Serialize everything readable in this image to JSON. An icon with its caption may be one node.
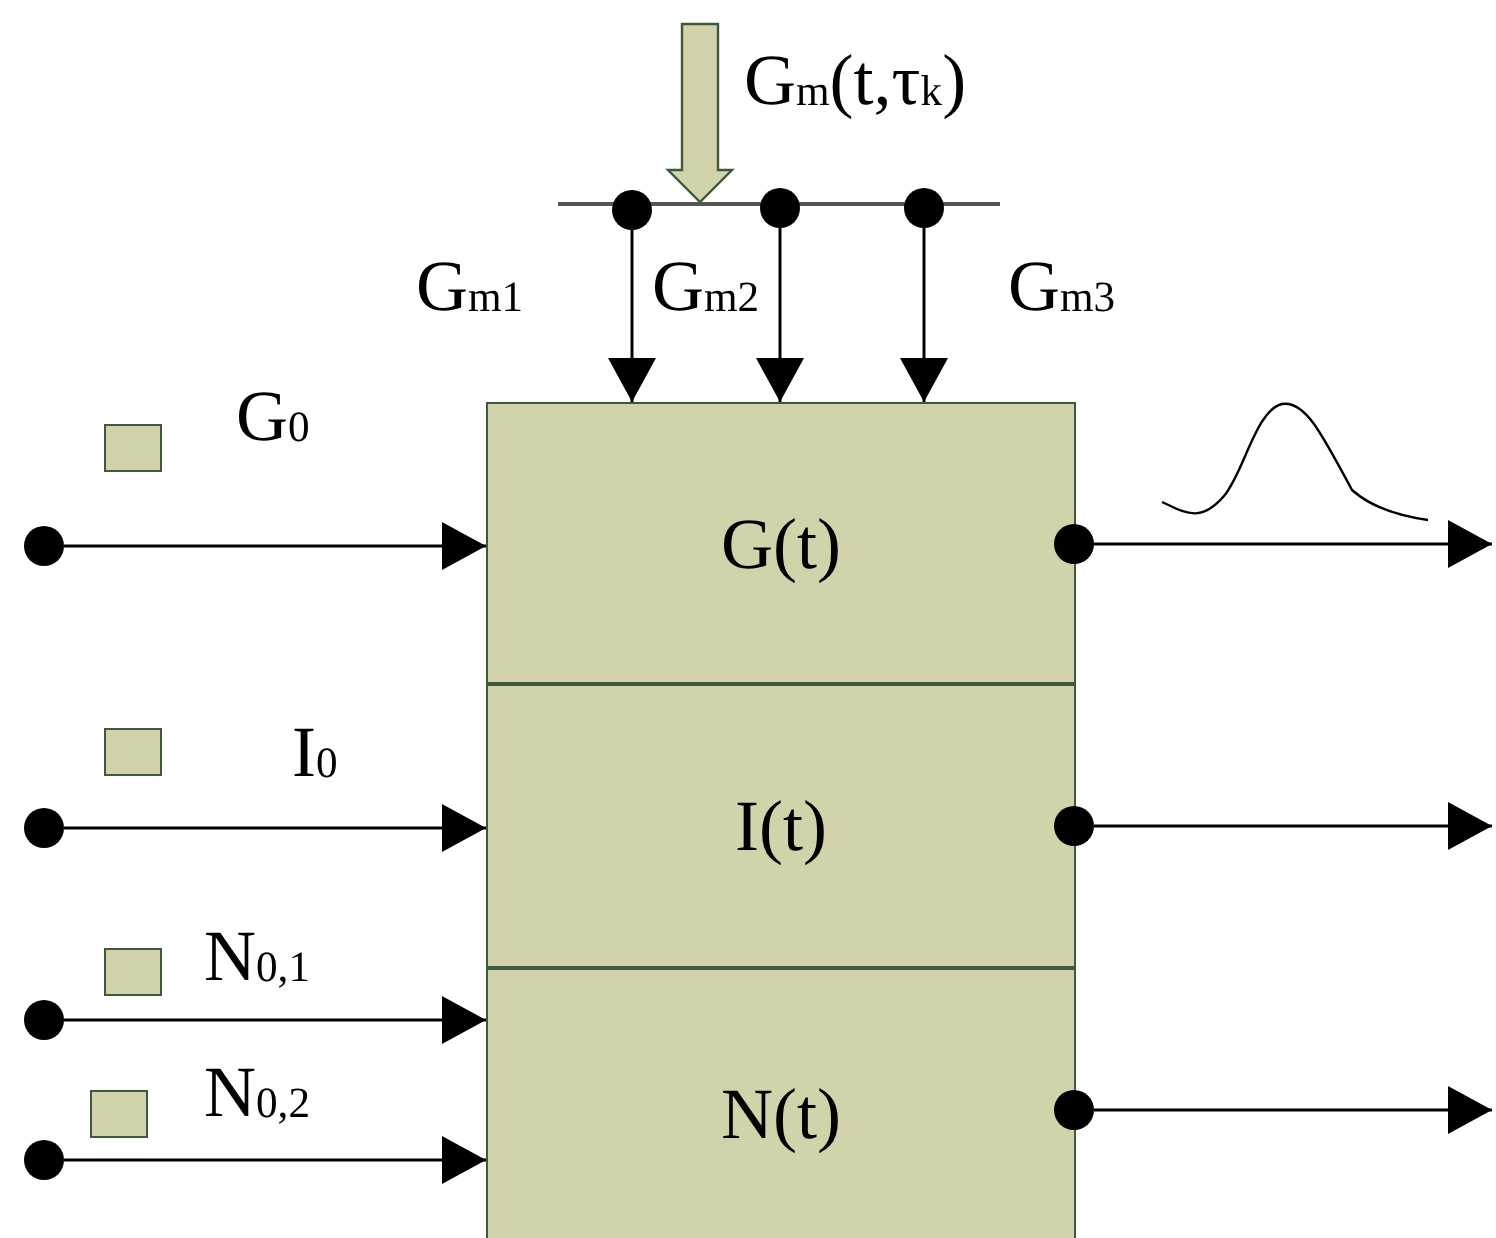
{
  "diagram": {
    "nodes": [
      {
        "text": [
          "G(t)"
        ]
      },
      {
        "text": [
          "I(t)"
        ]
      },
      {
        "text": [
          "N(t)"
        ]
      },
      {
        "text": [],
        "shape": "circle"
      },
      {
        "text": [],
        "shape": "circle"
      },
      {
        "text": [],
        "shape": "circle"
      },
      {
        "text": [],
        "shape": "circle"
      },
      {
        "text": [],
        "shape": "box",
        "beside": [
          "G$_{0}$"
        ]
      },
      {
        "text": [],
        "shape": "box",
        "beside": [
          "I$_{0}$"
        ]
      },
      {
        "text": [],
        "shape": "box",
        "beside": [
          "N$_{0,1}$"
        ]
      },
      {
        "text": [],
        "shape": "box",
        "beside": [
          "N$_{0,2}$"
        ]
      },
      {
        "text": [],
        "shape": "bar"
      },
      {
        "text": [],
        "shape": "circle"
      },
      {
        "text": [],
        "shape": "circle"
      },
      {
        "text": [],
        "shape": "circle"
      },
      {
        "text": [],
        "shape": "circle"
      },
      {
        "text": [],
        "shape": "circle"
      },
      {
        "text": [],
        "shape": "circle"
      }
    ],
    "edges": [
      {
        "from": null,
        "to": 11,
        "arrow": "to",
        "label": "G$_{m}$(t,τ$_{k}$)",
        "style": "thick",
        "color": "#d3d3ab"
      },
      {
        "from": 12,
        "to": 0,
        "arrow": "to",
        "label": "G$_{m1}$"
      },
      {
        "from": 13,
        "to": 0,
        "arrow": "to",
        "label": "G$_{m2}$"
      },
      {
        "from": 14,
        "to": 0,
        "arrow": "to",
        "label": "G$_{m3}$"
      },
      {
        "from": 3,
        "to": 0,
        "arrow": "to"
      },
      {
        "from": 4,
        "to": 1,
        "arrow": "to"
      },
      {
        "from": 5,
        "to": 2,
        "arrow": "to"
      },
      {
        "from": 6,
        "to": 2,
        "arrow": "to"
      },
      {
        "from": 15,
        "to": null,
        "arrow": "to"
      },
      {
        "from": 16,
        "to": null,
        "arrow": "to"
      },
      {
        "from": 17,
        "to": null,
        "arrow": "to"
      }
    ]
  }
}
